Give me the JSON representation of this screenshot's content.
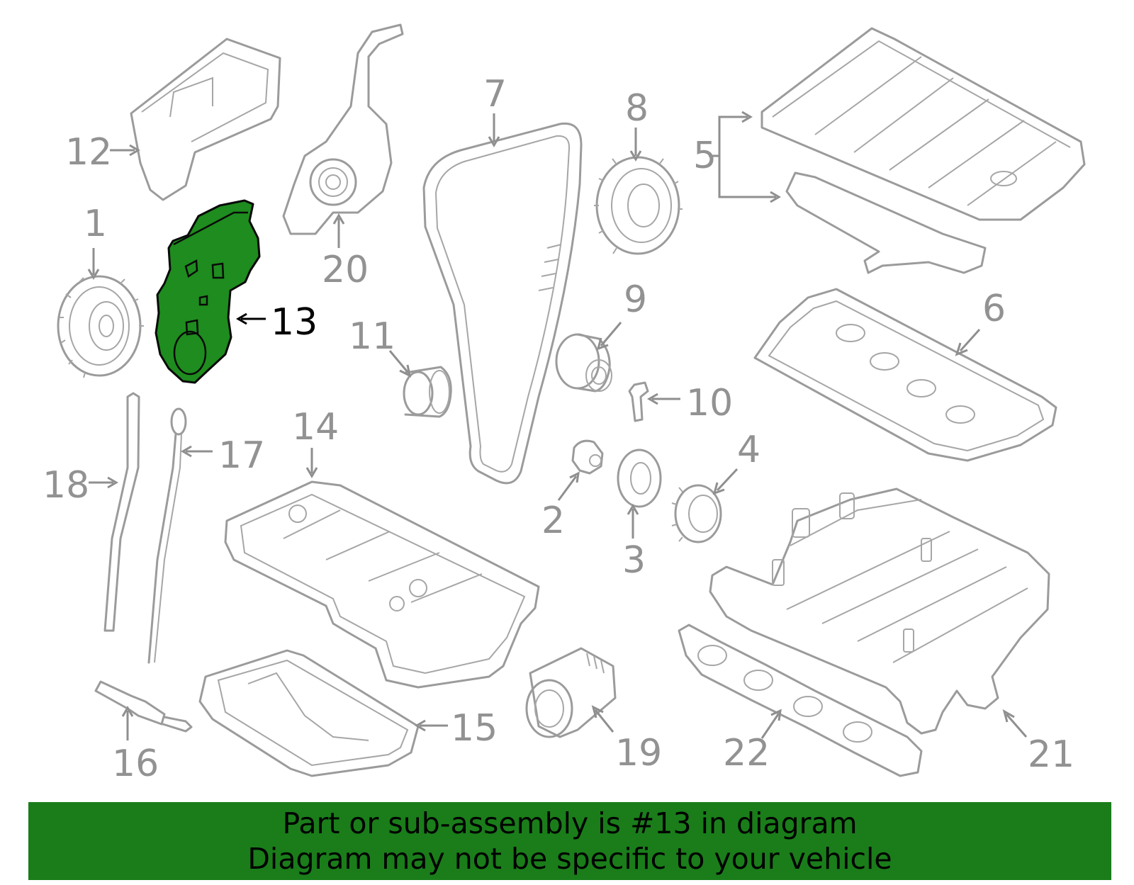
{
  "highlight_color": "#1a7d1a",
  "callouts": {
    "c1": "1",
    "c2": "2",
    "c3": "3",
    "c4": "4",
    "c5": "5",
    "c6": "6",
    "c7": "7",
    "c8": "8",
    "c9": "9",
    "c10": "10",
    "c11": "11",
    "c12": "12",
    "c13": "13",
    "c14": "14",
    "c15": "15",
    "c16": "16",
    "c17": "17",
    "c18": "18",
    "c19": "19",
    "c20": "20",
    "c21": "21",
    "c22": "22"
  },
  "highlighted_callout": "13",
  "banner": {
    "line1": "Part or sub-assembly is #13 in diagram",
    "line2": "Diagram may not be specific to your vehicle"
  }
}
